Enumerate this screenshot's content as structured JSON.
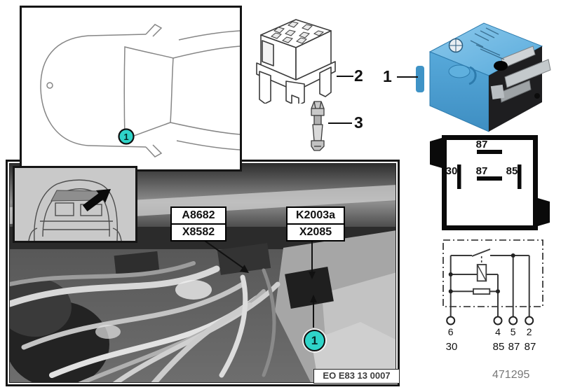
{
  "callouts": {
    "car_location": "1",
    "relay_item": "1",
    "socket_item": "2",
    "pin_item": "3",
    "photo_location": "1"
  },
  "pin_diagram": {
    "top_label": "87",
    "left_label": "30",
    "center_label": "87",
    "right_label": "85"
  },
  "schematic": {
    "terminals": [
      {
        "pin": "6",
        "circuit": "30"
      },
      {
        "pin": "4",
        "circuit": "85"
      },
      {
        "pin": "5",
        "circuit": "87"
      },
      {
        "pin": "2",
        "circuit": "87"
      }
    ]
  },
  "photo": {
    "labels": [
      {
        "line1": "A8682",
        "line2": "X8582"
      },
      {
        "line1": "K2003a",
        "line2": "X2085"
      }
    ],
    "stamp": "EO E83 13 0007",
    "callout": "1"
  },
  "footer": {
    "doc_number": "471295"
  },
  "colors": {
    "callout_teal": "#2FD4C8",
    "relay_blue": "#4A9ED4"
  }
}
